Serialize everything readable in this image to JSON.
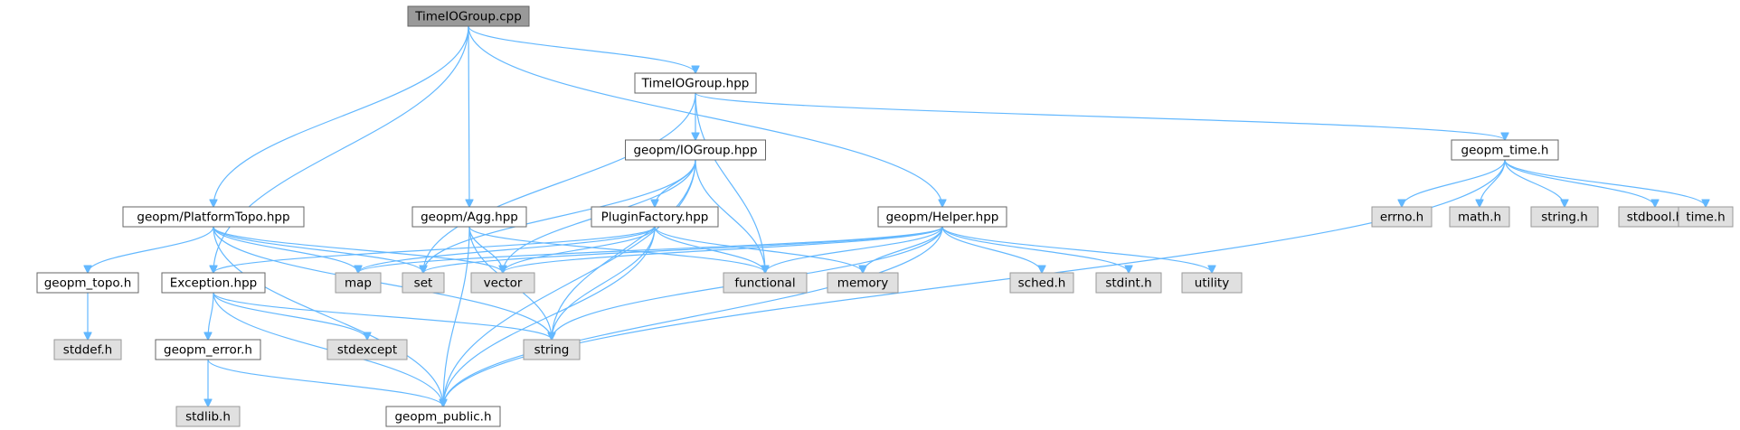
{
  "diagram": {
    "colors": {
      "edge": "#63b8ff",
      "root_fill": "#999999",
      "root_border": "#666666",
      "local_fill": "#ffffff",
      "local_border": "#666666",
      "system_fill": "#e0e0e0",
      "system_border": "#999999"
    },
    "nodes": [
      {
        "id": "timeiogroup_cpp",
        "label": "TimeIOGroup.cpp",
        "kind": "root"
      },
      {
        "id": "timeiogroup_hpp",
        "label": "TimeIOGroup.hpp",
        "kind": "local"
      },
      {
        "id": "iogroup_hpp",
        "label": "geopm/IOGroup.hpp",
        "kind": "local"
      },
      {
        "id": "geopm_time_h",
        "label": "geopm_time.h",
        "kind": "local"
      },
      {
        "id": "platformtopo_hpp",
        "label": "geopm/PlatformTopo.hpp",
        "kind": "local"
      },
      {
        "id": "agg_hpp",
        "label": "geopm/Agg.hpp",
        "kind": "local"
      },
      {
        "id": "pluginfactory_hpp",
        "label": "PluginFactory.hpp",
        "kind": "local"
      },
      {
        "id": "helper_hpp",
        "label": "geopm/Helper.hpp",
        "kind": "local"
      },
      {
        "id": "geopm_topo_h",
        "label": "geopm_topo.h",
        "kind": "local"
      },
      {
        "id": "exception_hpp",
        "label": "Exception.hpp",
        "kind": "local"
      },
      {
        "id": "geopm_error_h",
        "label": "geopm_error.h",
        "kind": "local"
      },
      {
        "id": "geopm_public_h",
        "label": "geopm_public.h",
        "kind": "local"
      },
      {
        "id": "errno_h",
        "label": "errno.h",
        "kind": "system"
      },
      {
        "id": "math_h",
        "label": "math.h",
        "kind": "system"
      },
      {
        "id": "string_h",
        "label": "string.h",
        "kind": "system"
      },
      {
        "id": "stdbool_h",
        "label": "stdbool.h",
        "kind": "system"
      },
      {
        "id": "time_h",
        "label": "time.h",
        "kind": "system"
      },
      {
        "id": "map",
        "label": "map",
        "kind": "system"
      },
      {
        "id": "set",
        "label": "set",
        "kind": "system"
      },
      {
        "id": "vector",
        "label": "vector",
        "kind": "system"
      },
      {
        "id": "functional",
        "label": "functional",
        "kind": "system"
      },
      {
        "id": "memory",
        "label": "memory",
        "kind": "system"
      },
      {
        "id": "sched_h",
        "label": "sched.h",
        "kind": "system"
      },
      {
        "id": "stdint_h",
        "label": "stdint.h",
        "kind": "system"
      },
      {
        "id": "utility",
        "label": "utility",
        "kind": "system"
      },
      {
        "id": "stddef_h",
        "label": "stddef.h",
        "kind": "system"
      },
      {
        "id": "stdexcept",
        "label": "stdexcept",
        "kind": "system"
      },
      {
        "id": "string",
        "label": "string",
        "kind": "system"
      },
      {
        "id": "stdlib_h",
        "label": "stdlib.h",
        "kind": "system"
      }
    ],
    "edges": [
      [
        "timeiogroup_cpp",
        "timeiogroup_hpp"
      ],
      [
        "timeiogroup_cpp",
        "agg_hpp"
      ],
      [
        "timeiogroup_cpp",
        "platformtopo_hpp"
      ],
      [
        "timeiogroup_cpp",
        "exception_hpp"
      ],
      [
        "timeiogroup_cpp",
        "helper_hpp"
      ],
      [
        "timeiogroup_hpp",
        "iogroup_hpp"
      ],
      [
        "timeiogroup_hpp",
        "geopm_time_h"
      ],
      [
        "timeiogroup_hpp",
        "set"
      ],
      [
        "timeiogroup_hpp",
        "functional"
      ],
      [
        "iogroup_hpp",
        "pluginfactory_hpp"
      ],
      [
        "iogroup_hpp",
        "set"
      ],
      [
        "iogroup_hpp",
        "vector"
      ],
      [
        "iogroup_hpp",
        "functional"
      ],
      [
        "iogroup_hpp",
        "string"
      ],
      [
        "iogroup_hpp",
        "geopm_public_h"
      ],
      [
        "geopm_time_h",
        "errno_h"
      ],
      [
        "geopm_time_h",
        "math_h"
      ],
      [
        "geopm_time_h",
        "string_h"
      ],
      [
        "geopm_time_h",
        "stdbool_h"
      ],
      [
        "geopm_time_h",
        "time_h"
      ],
      [
        "geopm_time_h",
        "geopm_public_h"
      ],
      [
        "platformtopo_hpp",
        "geopm_topo_h"
      ],
      [
        "platformtopo_hpp",
        "map"
      ],
      [
        "platformtopo_hpp",
        "set"
      ],
      [
        "platformtopo_hpp",
        "vector"
      ],
      [
        "platformtopo_hpp",
        "string"
      ],
      [
        "platformtopo_hpp",
        "geopm_public_h"
      ],
      [
        "agg_hpp",
        "vector"
      ],
      [
        "agg_hpp",
        "functional"
      ],
      [
        "agg_hpp",
        "string"
      ],
      [
        "agg_hpp",
        "geopm_public_h"
      ],
      [
        "pluginfactory_hpp",
        "exception_hpp"
      ],
      [
        "pluginfactory_hpp",
        "map"
      ],
      [
        "pluginfactory_hpp",
        "vector"
      ],
      [
        "pluginfactory_hpp",
        "functional"
      ],
      [
        "pluginfactory_hpp",
        "memory"
      ],
      [
        "pluginfactory_hpp",
        "string"
      ],
      [
        "pluginfactory_hpp",
        "geopm_public_h"
      ],
      [
        "helper_hpp",
        "map"
      ],
      [
        "helper_hpp",
        "set"
      ],
      [
        "helper_hpp",
        "vector"
      ],
      [
        "helper_hpp",
        "functional"
      ],
      [
        "helper_hpp",
        "memory"
      ],
      [
        "helper_hpp",
        "sched_h"
      ],
      [
        "helper_hpp",
        "stdint_h"
      ],
      [
        "helper_hpp",
        "utility"
      ],
      [
        "helper_hpp",
        "string"
      ],
      [
        "helper_hpp",
        "geopm_public_h"
      ],
      [
        "geopm_topo_h",
        "stddef_h"
      ],
      [
        "exception_hpp",
        "geopm_error_h"
      ],
      [
        "exception_hpp",
        "stdexcept"
      ],
      [
        "exception_hpp",
        "string"
      ],
      [
        "exception_hpp",
        "geopm_public_h"
      ],
      [
        "geopm_error_h",
        "stdlib_h"
      ],
      [
        "geopm_error_h",
        "geopm_public_h"
      ]
    ]
  }
}
